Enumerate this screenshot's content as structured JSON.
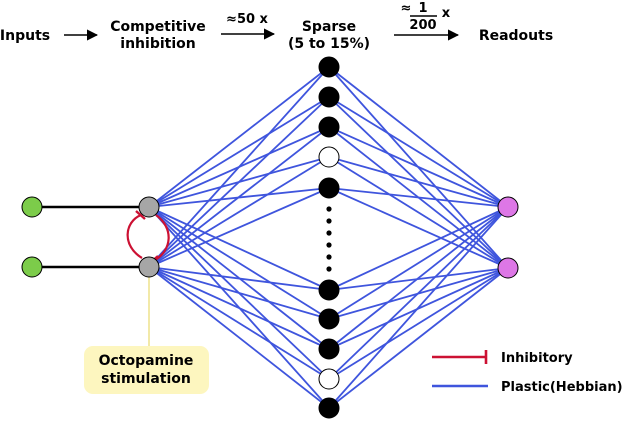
{
  "header": {
    "inputs": "Inputs",
    "competitive_line1": "Competitive",
    "competitive_line2": "inhibition",
    "expansion": "≈50 x",
    "sparse_line1": "Sparse",
    "sparse_line2": "(5 to 15%)",
    "reduction_approx": "≈",
    "reduction_num": "1",
    "reduction_den": "200",
    "reduction_x": "x",
    "readouts": "Readouts"
  },
  "callout": {
    "line1": "Octopamine",
    "line2": "stimulation"
  },
  "legend": {
    "inhibitory": "Inhibitory",
    "plastic": "Plastic(Hebbian)"
  },
  "colors": {
    "input_node": "#7ccc4a",
    "inhibition_node": "#a6a6a6",
    "sparse_active": "#000000",
    "sparse_inactive": "#ffffff",
    "readout_node": "#dd77e6",
    "plastic_edge": "#3f55dd",
    "inhibitory_edge": "#cc1133",
    "callout_fill": "#fdf6bf"
  },
  "sparse_layer": {
    "states": [
      "active",
      "active",
      "active",
      "inactive",
      "active",
      "active",
      "active",
      "active",
      "inactive",
      "active"
    ]
  }
}
